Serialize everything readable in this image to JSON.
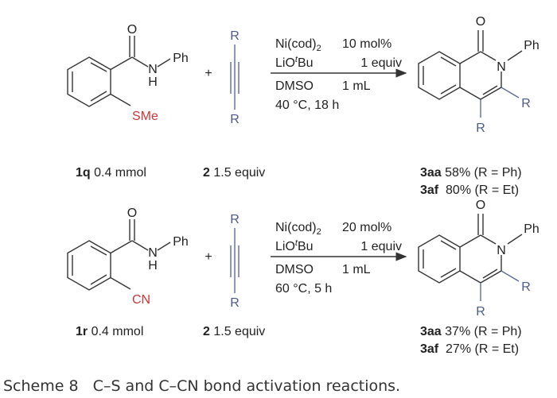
{
  "reactions": [
    {
      "substrate": {
        "o": "O",
        "n": "N",
        "h": "H",
        "ph": "Ph",
        "leaving_group": "SMe",
        "id": "1q",
        "amount": " 0.4 mmol"
      },
      "plus": "+",
      "alkyne": {
        "r_top": "R",
        "r_bottom": "R",
        "id": "2",
        "amount": " 1.5 equiv"
      },
      "conditions": {
        "catalyst": "Ni(cod)",
        "catalyst_sub": "2",
        "catalyst_amount": "10 mol%",
        "base_a": "LiO",
        "base_sup": "t",
        "base_b": "Bu",
        "base_amount": "1 equiv",
        "solvent": "DMSO",
        "solvent_amount": "1 mL",
        "temp_time": "40 °C, 18 h"
      },
      "product": {
        "o": "O",
        "n": "N",
        "ph": "Ph",
        "r3": "R",
        "r4": "R"
      },
      "yields": [
        {
          "id": "3aa",
          "text": " 58% (R = Ph)"
        },
        {
          "id": "3af",
          "text": "  80% (R = Et)"
        }
      ]
    },
    {
      "substrate": {
        "o": "O",
        "n": "N",
        "h": "H",
        "ph": "Ph",
        "leaving_group": "CN",
        "id": "1r",
        "amount": " 0.4 mmol"
      },
      "plus": "+",
      "alkyne": {
        "r_top": "R",
        "r_bottom": "R",
        "id": "2",
        "amount": " 1.5 equiv"
      },
      "conditions": {
        "catalyst": "Ni(cod)",
        "catalyst_sub": "2",
        "catalyst_amount": "20 mol%",
        "base_a": "LiO",
        "base_sup": "t",
        "base_b": "Bu",
        "base_amount": "1 equiv",
        "solvent": "DMSO",
        "solvent_amount": "1 mL",
        "temp_time": "60 °C, 5 h"
      },
      "product": {
        "o": "O",
        "n": "N",
        "ph": "Ph",
        "r3": "R",
        "r4": "R"
      },
      "yields": [
        {
          "id": "3aa",
          "text": " 37% (R = Ph)"
        },
        {
          "id": "3af",
          "text": "  27% (R = Et)"
        }
      ]
    }
  ],
  "caption": "Scheme 8   C–S and C–CN bond activation reactions.",
  "colors": {
    "leaving_group": "#c8373a",
    "r_group": "#4a5a8a"
  }
}
